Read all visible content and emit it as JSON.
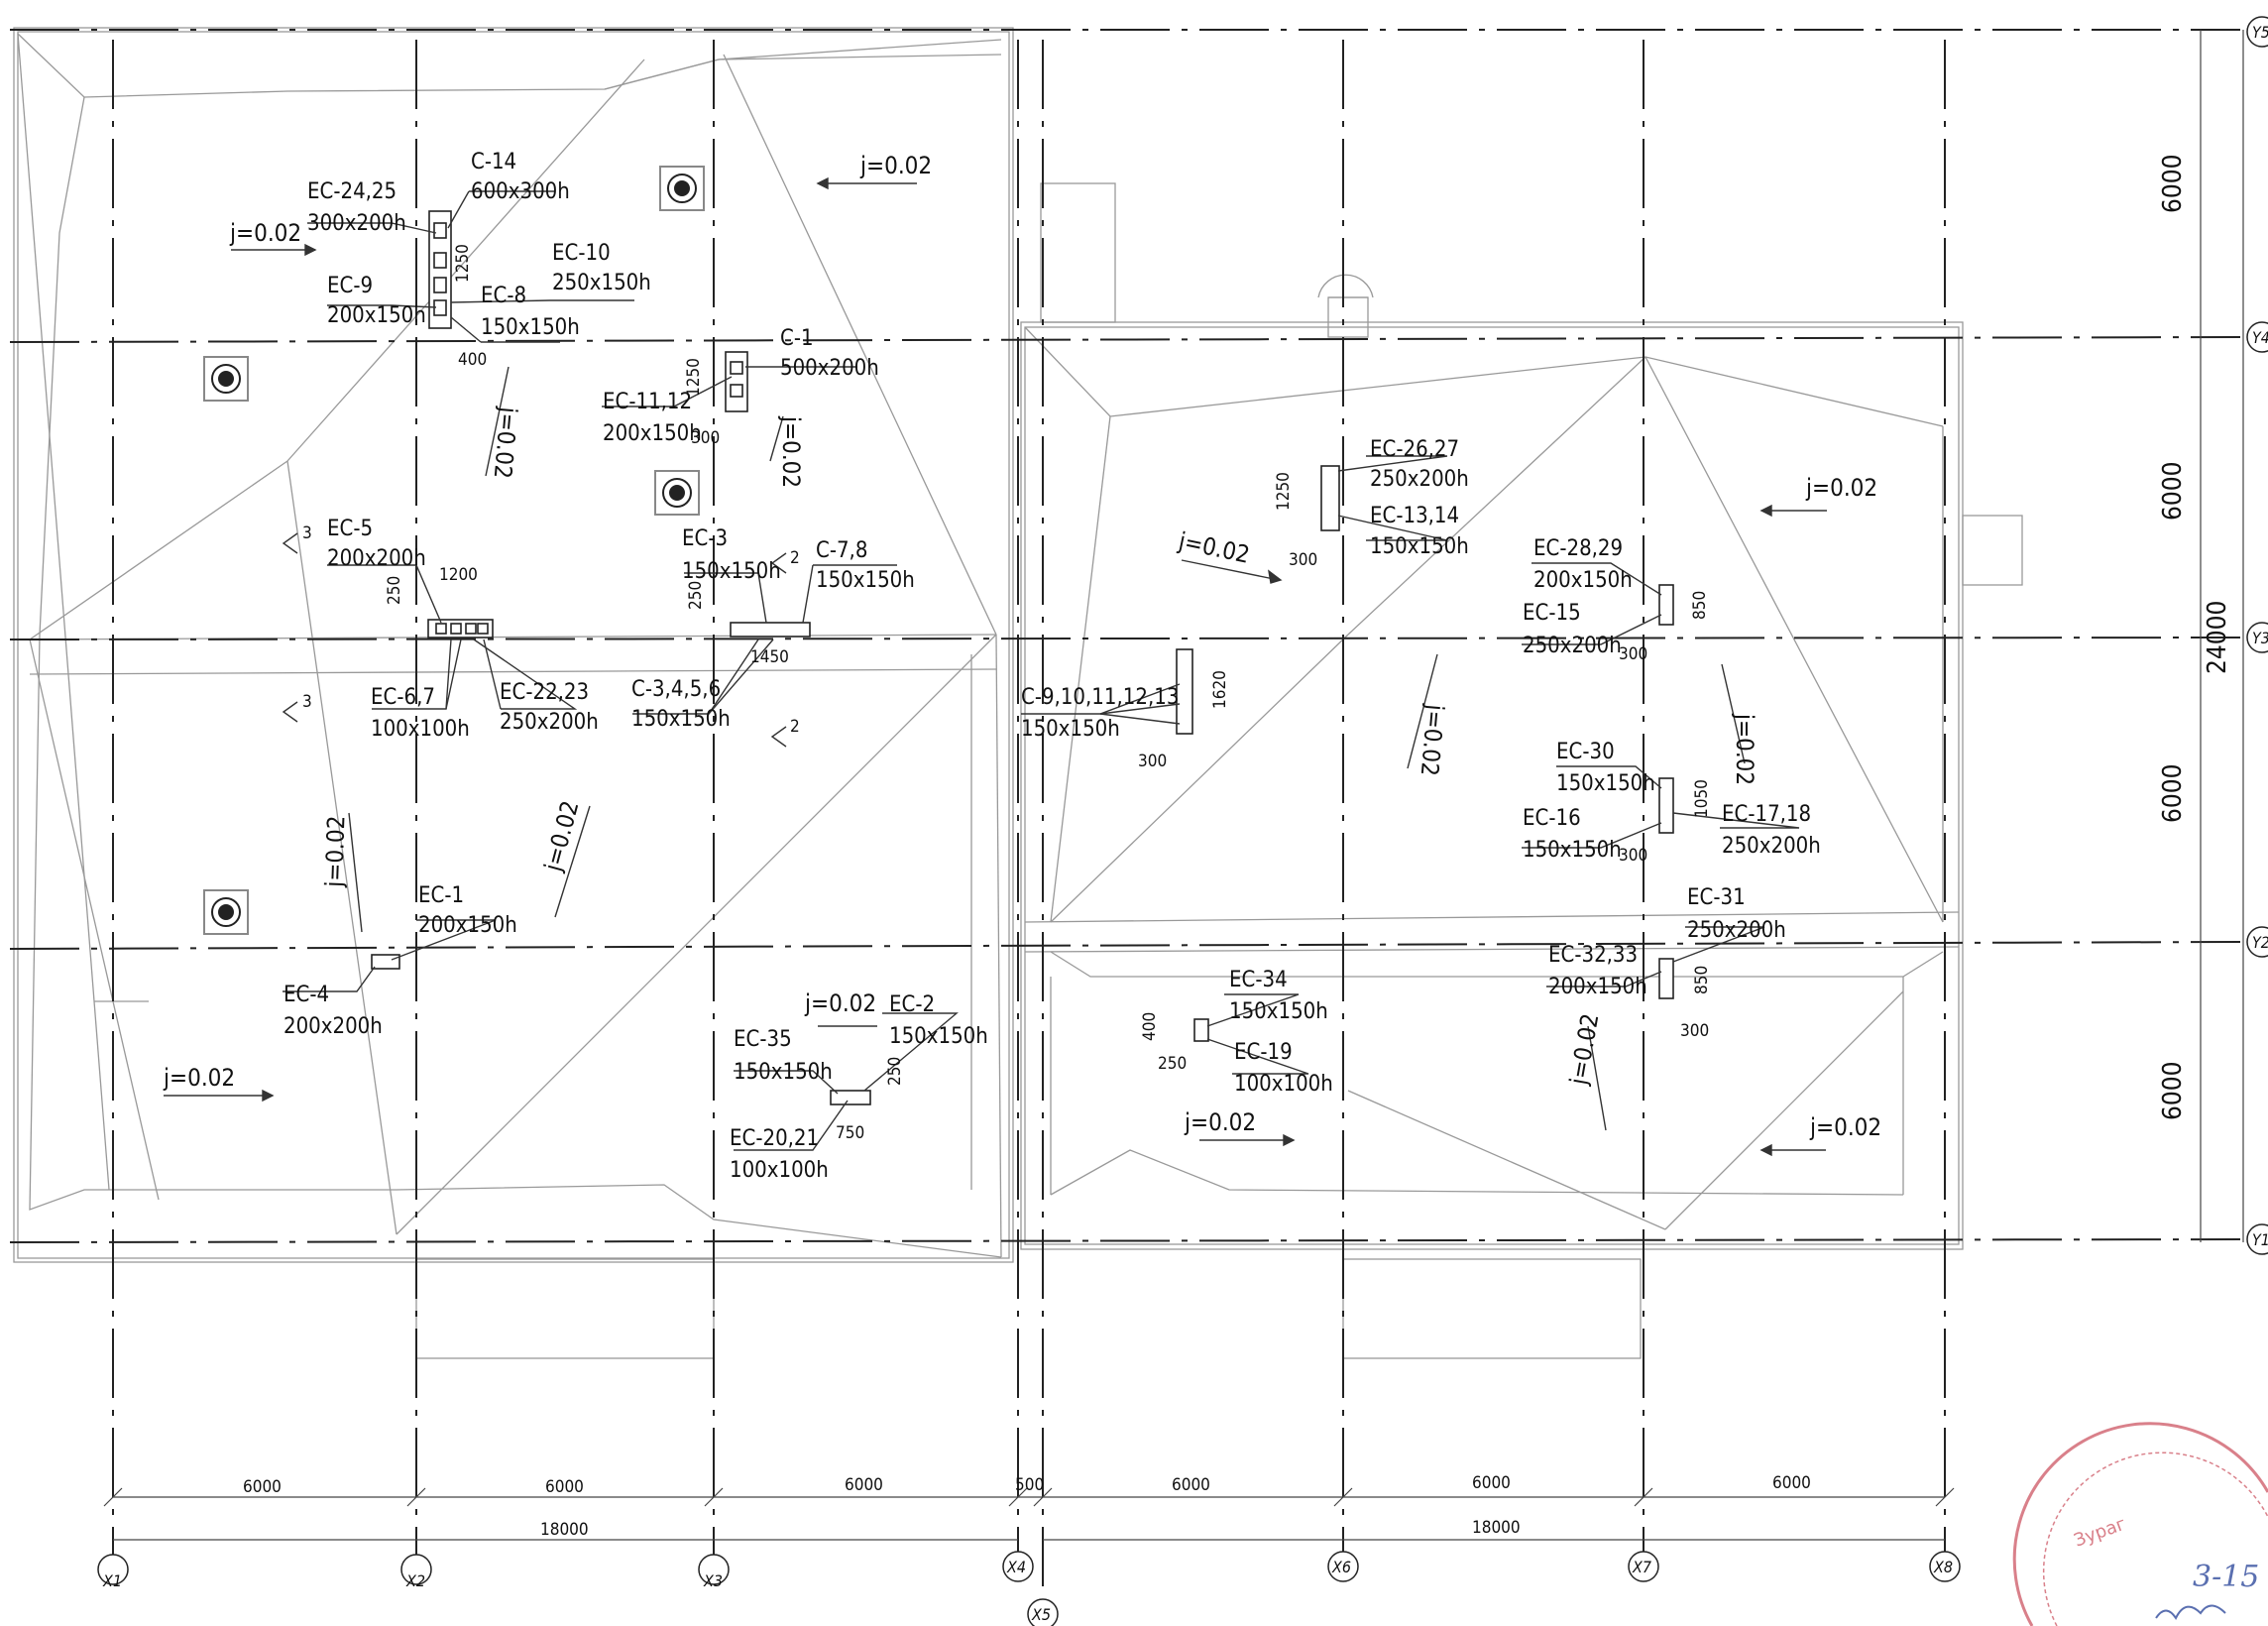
{
  "grid_axes": {
    "x": [
      "X1",
      "X2",
      "X3",
      "X4",
      "X5",
      "X6",
      "X7",
      "X8"
    ],
    "y": [
      "Y1",
      "Y2",
      "Y3",
      "Y4",
      "Y5"
    ]
  },
  "dims_x": [
    "6000",
    "6000",
    "6000",
    "500",
    "6000",
    "6000",
    "6000"
  ],
  "dims_x_total": [
    "18000",
    "18000"
  ],
  "dims_y": [
    "6000",
    "6000",
    "6000",
    "6000"
  ],
  "dims_y_total": "24000",
  "slope": "j=0.02",
  "labels": {
    "ec24": [
      "EC-24,25",
      "300x200h"
    ],
    "c14": [
      "C-14",
      "600x300h"
    ],
    "ec10": [
      "EC-10",
      "250x150h"
    ],
    "ec9": [
      "EC-9",
      "200x150h"
    ],
    "ec8": [
      "EC-8",
      "150x150h"
    ],
    "c1": [
      "C-1",
      "500x200h"
    ],
    "ec11": [
      "EC-11,12",
      "200x150h"
    ],
    "ec5": [
      "EC-5",
      "200x200h"
    ],
    "ec3": [
      "EC-3",
      "150x150h"
    ],
    "c78": [
      "C-7,8",
      "150x150h"
    ],
    "ec67": [
      "EC-6,7",
      "100x100h"
    ],
    "ec22": [
      "EC-22,23",
      "250x200h"
    ],
    "c3456": [
      "C-3,4,5,6",
      "150x150h"
    ],
    "ec1": [
      "EC-1",
      "200x150h"
    ],
    "ec4": [
      "EC-4",
      "200x200h"
    ],
    "ec35": [
      "EC-35",
      "150x150h"
    ],
    "ec2": [
      "EC-2",
      "150x150h"
    ],
    "ec20": [
      "EC-20,21",
      "100x100h"
    ],
    "ec26": [
      "EC-26,27",
      "250x200h"
    ],
    "ec13": [
      "EC-13,14",
      "150x150h"
    ],
    "ec28": [
      "EC-28,29",
      "200x150h"
    ],
    "ec15": [
      "EC-15",
      "250x200h"
    ],
    "c913": [
      "C-9,10,11,12,13",
      "150x150h"
    ],
    "ec30": [
      "EC-30",
      "150x150h"
    ],
    "ec16": [
      "EC-16",
      "150x150h"
    ],
    "ec17": [
      "EC-17,18",
      "250x200h"
    ],
    "ec31": [
      "EC-31",
      "250x200h"
    ],
    "ec32": [
      "EC-32,33",
      "200x150h"
    ],
    "ec34": [
      "EC-34",
      "150x150h"
    ],
    "ec19": [
      "EC-19",
      "100x100h"
    ]
  },
  "small_dims": [
    "400",
    "1250",
    "1250",
    "300",
    "1200",
    "250",
    "250",
    "1450",
    "1250",
    "300",
    "850",
    "300",
    "1620",
    "300",
    "1050",
    "300",
    "850",
    "300",
    "400",
    "250",
    "250",
    "750"
  ],
  "section_marks": [
    "3",
    "3",
    "2",
    "2"
  ],
  "stamp": {
    "text": "Зураг",
    "handwriting": "3-15"
  }
}
